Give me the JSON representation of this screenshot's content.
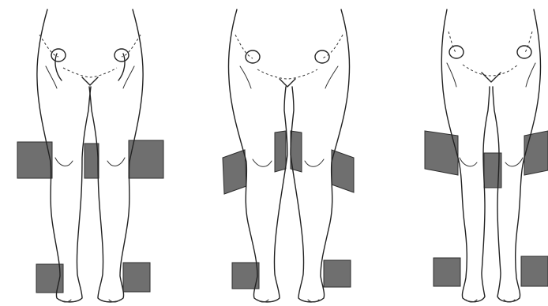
{
  "colors": {
    "background": "#ffffff",
    "block_fill": "#6f6f6f",
    "line": "#222222"
  },
  "figures": [
    {
      "id": "standing-symmetric",
      "icon": "legs-outline-with-blocks"
    },
    {
      "id": "standing-knees-inward",
      "icon": "legs-outline-with-blocks"
    },
    {
      "id": "standing-knees-outward",
      "icon": "legs-outline-with-blocks"
    }
  ]
}
